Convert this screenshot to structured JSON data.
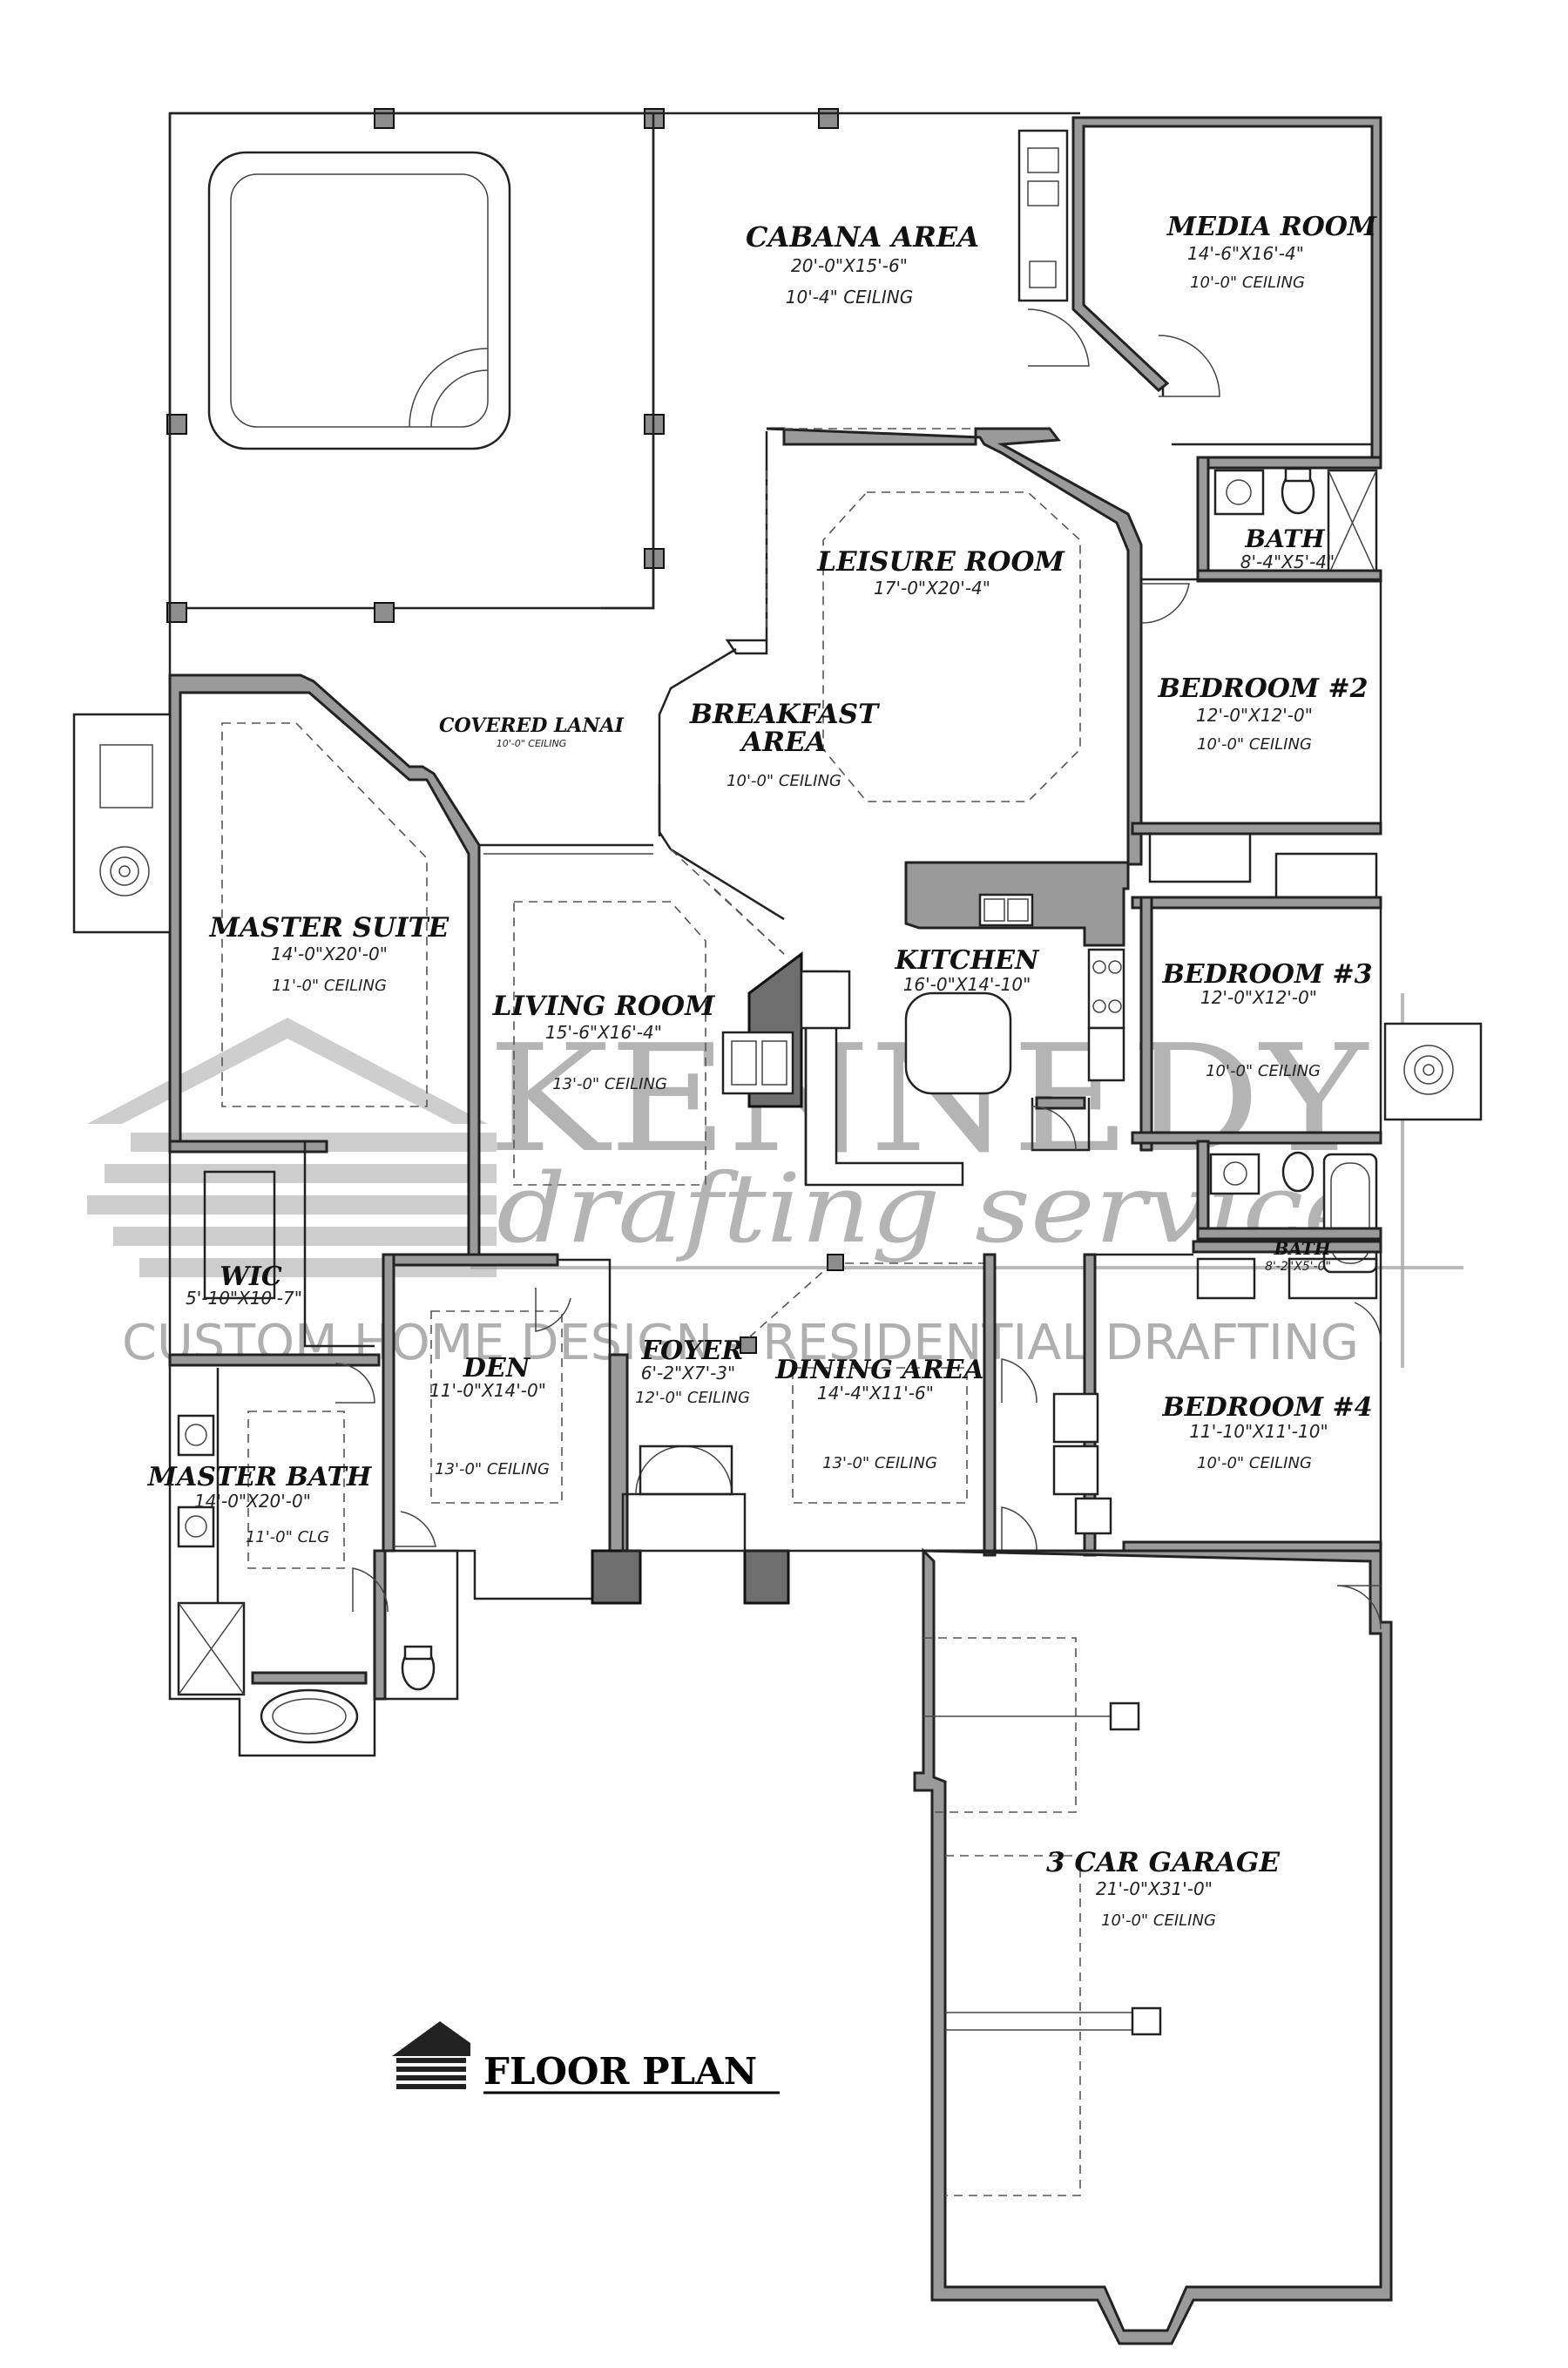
{
  "title": "FLOOR PLAN",
  "watermark": {
    "brand": "KENNEDY",
    "script": "drafting service",
    "tagline": "CUSTOM HOME DESIGN - RESIDENTIAL DRAFTING"
  },
  "rooms": {
    "cabana": {
      "name": "CABANA AREA",
      "dim": "20'-0\"X15'-6\"",
      "ceiling": "10'-4\"  CEILING"
    },
    "media": {
      "name": "MEDIA ROOM",
      "dim": "14'-6\"X16'-4\"",
      "ceiling": "10'-0\"  CEILING"
    },
    "bath1": {
      "name": "BATH",
      "dim": "8'-4\"X5'-4\""
    },
    "leisure": {
      "name": "LEISURE ROOM",
      "dim": "17'-0\"X20'-4\""
    },
    "bedroom2": {
      "name": "BEDROOM #2",
      "dim": "12'-0\"X12'-0\"",
      "ceiling": "10'-0\"  CEILING"
    },
    "lanai": {
      "name": "COVERED LANAI",
      "ceiling": "10'-0\" CEILING"
    },
    "breakfast": {
      "name_line1": "BREAKFAST",
      "name_line2": "AREA",
      "ceiling": "10'-0\"  CEILING"
    },
    "master_suite": {
      "name": "MASTER SUITE",
      "dim": "14'-0\"X20'-0\"",
      "ceiling": "11'-0\"  CEILING"
    },
    "kitchen": {
      "name": "KITCHEN",
      "dim": "16'-0\"X14'-10\""
    },
    "bedroom3": {
      "name": "BEDROOM #3",
      "dim": "12'-0\"X12'-0\"",
      "ceiling": "10'-0\"  CEILING"
    },
    "living": {
      "name": "LIVING ROOM",
      "dim": "15'-6\"X16'-4\"",
      "ceiling": "13'-0\"  CEILING"
    },
    "wic": {
      "name": "WIC",
      "dim": "5'-10\"X10'-7\""
    },
    "bath2": {
      "name": "BATH",
      "dim": "8'-2\"X5'-0\""
    },
    "den": {
      "name": "DEN",
      "dim": "11'-0\"X14'-0\"",
      "ceiling": "13'-0\"  CEILING"
    },
    "foyer": {
      "name": "FOYER",
      "dim": "6'-2\"X7'-3\"",
      "ceiling": "12'-0\" CEILING"
    },
    "dining": {
      "name": "DINING AREA",
      "dim": "14'-4\"X11'-6\"",
      "ceiling": "13'-0\"  CEILING"
    },
    "bedroom4": {
      "name": "BEDROOM #4",
      "dim": "11'-10\"X11'-10\"",
      "ceiling": "10'-0\"  CEILING"
    },
    "master_bath": {
      "name": "MASTER BATH",
      "dim": "14'-0\"X20'-0\"",
      "ceiling": "11'-0\"  CLG"
    },
    "garage": {
      "name": "3 CAR GARAGE",
      "dim": "21'-0\"X31'-0\"",
      "ceiling": "10'-0\"  CEILING"
    }
  }
}
